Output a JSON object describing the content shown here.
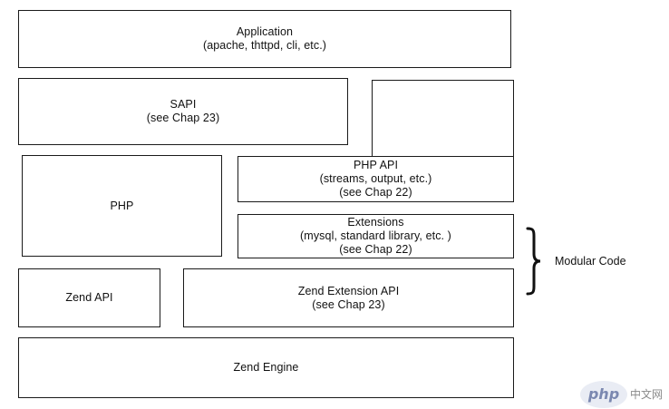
{
  "layers": {
    "application": {
      "title": "Application",
      "subtitle": "(apache, thttpd, cli, etc.)"
    },
    "sapi": {
      "title": "SAPI",
      "subtitle": "(see Chap 23)"
    },
    "php": {
      "title": "PHP"
    },
    "php_api": {
      "title": "PHP API",
      "subtitle": "(streams, output, etc.)",
      "note": "(see Chap 22)"
    },
    "extensions": {
      "title": "Extensions",
      "subtitle": "(mysql, standard library, etc. )",
      "note": "(see Chap 22)"
    },
    "zend_api": {
      "title": "Zend API"
    },
    "zend_extension_api": {
      "title": "Zend Extension API",
      "subtitle": "(see Chap 23)"
    },
    "zend_engine": {
      "title": "Zend Engine"
    }
  },
  "annotation": {
    "label": "Modular Code"
  },
  "watermark": {
    "logo_text": "php",
    "site_text": "中文网"
  },
  "colors": {
    "border": "#1a1a1a",
    "background": "#ffffff",
    "text": "#111111"
  }
}
